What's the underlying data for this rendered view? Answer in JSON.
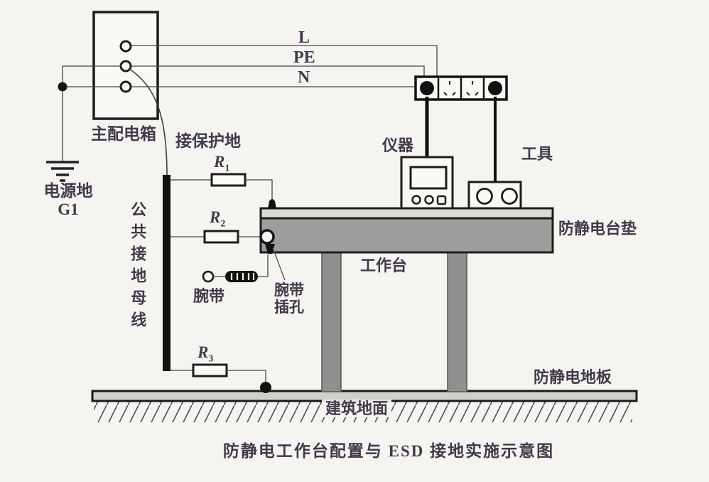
{
  "diagram": {
    "caption": "防静电工作台配置与 ESD 接地实施示意图",
    "power_lines": {
      "l": "L",
      "pe": "PE",
      "n": "N"
    },
    "labels": {
      "main_panel": "主配电箱",
      "protective_earth": "接保护地",
      "power_ground": "电源地",
      "power_ground_code": "G1",
      "common_ground_bus": "公共接地母线",
      "instrument": "仪器",
      "tool": "工具",
      "workbench": "工作台",
      "antistatic_mat": "防静电台垫",
      "antistatic_floor": "防静电地板",
      "building_floor": "建筑地面",
      "wrist_strap": "腕带",
      "wrist_strap_jack_line1": "腕带",
      "wrist_strap_jack_line2": "插孔"
    },
    "resistors": [
      {
        "name": "R",
        "sub": "1"
      },
      {
        "name": "R",
        "sub": "2"
      },
      {
        "name": "R",
        "sub": "3"
      }
    ],
    "colors": {
      "background": "#f5f4f0",
      "ink": "#1d1d1d",
      "wire": "#46464a",
      "text": "#403a4a",
      "bench_fill": "#9e9d9b",
      "mat_fill": "#dadad6",
      "floor_fill": "#d0cfcb",
      "leg_fill": "#8f8f8d"
    }
  }
}
